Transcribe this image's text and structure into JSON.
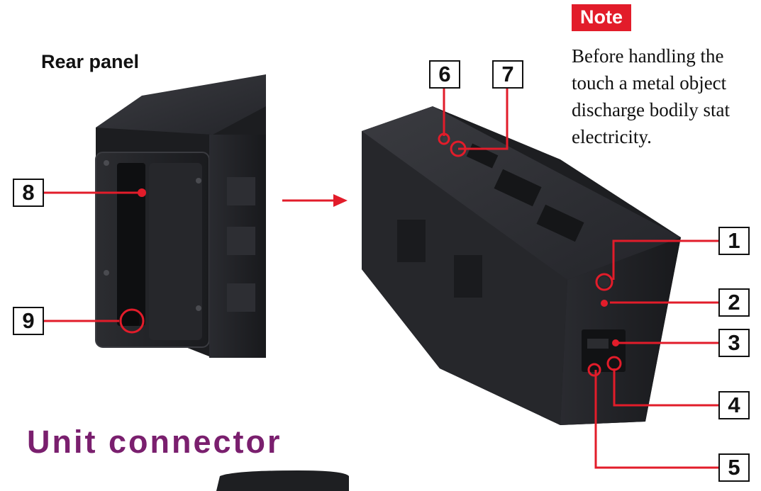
{
  "headings": {
    "rear_panel": "Rear panel",
    "unit_connector": "Unit connector"
  },
  "note": {
    "badge": "Note",
    "lines": [
      "Before handling the",
      "touch a metal object",
      "discharge bodily stat",
      "electricity."
    ]
  },
  "callouts": [
    "1",
    "2",
    "3",
    "4",
    "5",
    "6",
    "7",
    "8",
    "9"
  ],
  "colors": {
    "leader": "#e21c2a",
    "note_badge": "#e21c2a",
    "heading_unit": "#7a1f6e",
    "device_body": "#1e1f22"
  }
}
